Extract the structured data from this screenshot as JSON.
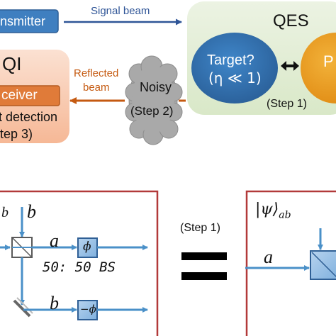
{
  "top": {
    "transmitter": "nsmitter",
    "signal_beam": "Signal beam",
    "qes_title": "QES",
    "target_line1": "Target?",
    "target_line2": "(η ≪ 1)",
    "partner_label": "P",
    "qes_step": "(Step 1)",
    "qi_title": "QI",
    "receiver": "ceiver",
    "detection": "t detection",
    "qi_step": "tep 3)",
    "reflected_line1": "Reflected",
    "reflected_line2": "beam",
    "noisy": "Noisy",
    "noisy_step": "(Step 2)"
  },
  "bottom": {
    "step_label": "(Step 1)",
    "left_in_b1": "b",
    "left_in_b2": "b",
    "left_a": "a",
    "left_phi": "ϕ",
    "left_b": "b",
    "left_neg_phi": "−ϕ",
    "bs_label": "50: 50 BS",
    "right_state": "|ψ⟩",
    "right_state_sub": "ab",
    "right_a": "a"
  },
  "colors": {
    "signal_blue": "#2f5597",
    "reflected_orange": "#c55a11",
    "beam_blue": "#4a90c8",
    "frame_red": "#b23a3a",
    "qes_green": "#e3eed6",
    "target_blue": "#2f6fb0",
    "partner_orange": "#e89a1a",
    "qi_peach": "#f8c9ad",
    "receiver_orange": "#e07b39",
    "cloud_gray": "#a6a6a6"
  }
}
